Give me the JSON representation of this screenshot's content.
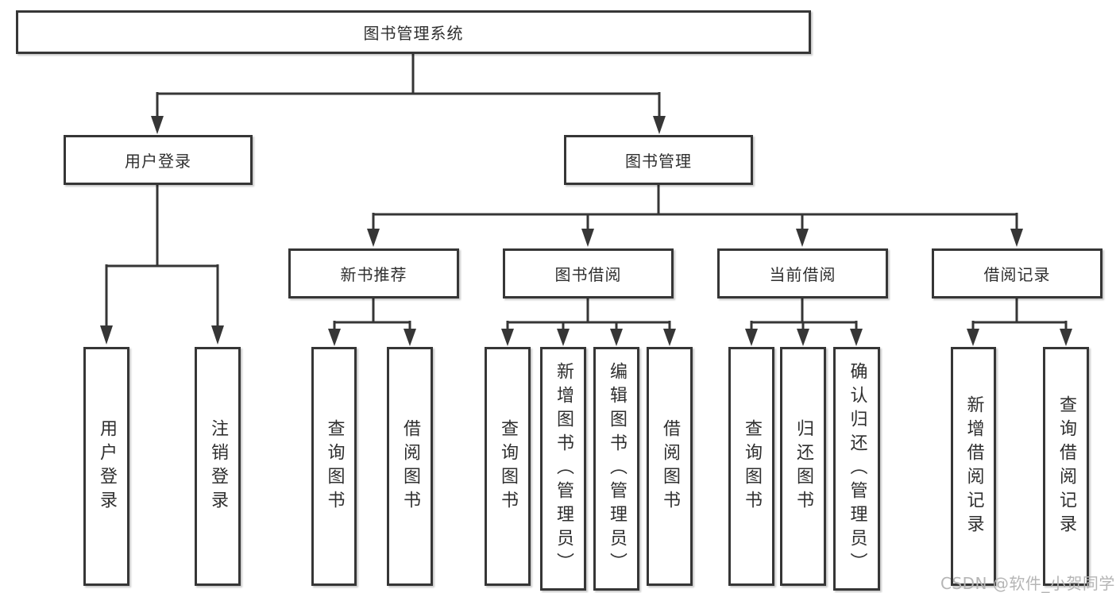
{
  "tree": {
    "label": "图书管理系统",
    "children": [
      {
        "label": "用户登录",
        "children": [
          {
            "label": "用户登录"
          },
          {
            "label": "注销登录"
          }
        ]
      },
      {
        "label": "图书管理",
        "children": [
          {
            "label": "新书推荐",
            "children": [
              {
                "label": "查询图书"
              },
              {
                "label": "借阅图书"
              }
            ]
          },
          {
            "label": "图书借阅",
            "children": [
              {
                "label": "查询图书"
              },
              {
                "label": "新增图书（管理员）"
              },
              {
                "label": "编辑图书（管理员）"
              },
              {
                "label": "借阅图书"
              }
            ]
          },
          {
            "label": "当前借阅",
            "children": [
              {
                "label": "查询图书"
              },
              {
                "label": "归还图书"
              },
              {
                "label": "确认归还（管理员）"
              }
            ]
          },
          {
            "label": "借阅记录",
            "children": [
              {
                "label": "新增借阅记录"
              },
              {
                "label": "查询借阅记录"
              }
            ]
          }
        ]
      }
    ]
  },
  "watermark": {
    "text": "CSDN @软件_小贺同学"
  },
  "colors": {
    "line": "#363636",
    "text": "#2f2f2f",
    "box_fill": "#ffffff",
    "watermark": "#b5b5b5",
    "background": "#ffffff"
  }
}
